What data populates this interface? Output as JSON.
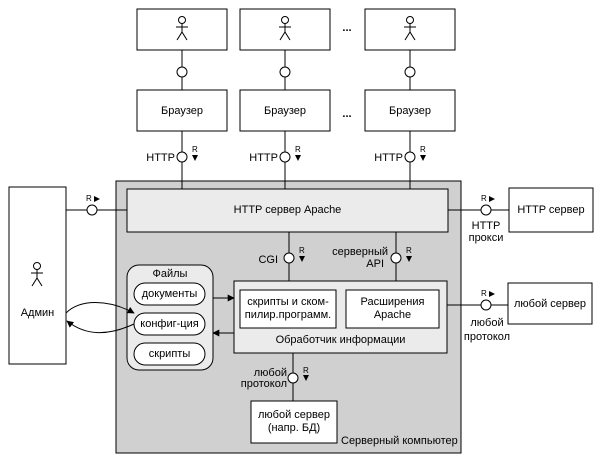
{
  "users": {
    "count": 3,
    "ellipsis": "..."
  },
  "browser": {
    "label": "Браузер",
    "ellipsis": "..."
  },
  "http_label": "HTTP",
  "request_mark": "R",
  "server_computer": {
    "label": "Серверный компьютер"
  },
  "apache": {
    "label": "HTTP сервер Apache"
  },
  "admin": {
    "label": "Админ"
  },
  "files": {
    "title": "Файлы",
    "items": [
      "документы",
      "конфиг-ция",
      "скрипты"
    ]
  },
  "cgi_label": "CGI",
  "server_api_label": {
    "line1": "серверный",
    "line2": "API"
  },
  "processor": {
    "label": "Обработчик информации",
    "scripts": {
      "line1": "скрипты и ском-",
      "line2": "пилир.программ."
    },
    "extensions": {
      "line1": "Расширения",
      "line2": "Apache"
    }
  },
  "any_protocol_bottom": {
    "line1": "любой",
    "line2": "протокол"
  },
  "db_server": {
    "line1": "любой сервер",
    "line2": "(напр. БД)"
  },
  "http_server_right": {
    "label": "HTTP сервер"
  },
  "http_proxy": {
    "line1": "HTTP",
    "line2": "прокси"
  },
  "any_server_right": {
    "label": "любой сервер"
  },
  "any_protocol_right": {
    "line1": "любой",
    "line2": "протокол"
  }
}
